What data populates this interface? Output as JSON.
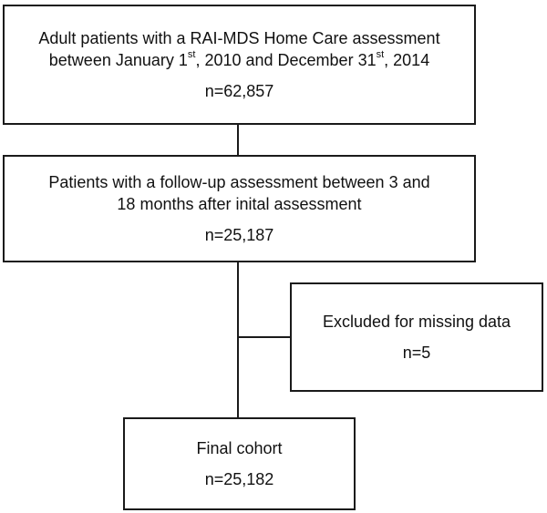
{
  "flowchart": {
    "initial": {
      "line1": "Adult patients with a RAI-MDS Home Care assessment",
      "line2_pre": "between January 1",
      "line2_sup1": "st",
      "line2_mid": ", 2010 and December 31",
      "line2_sup2": "st",
      "line2_post": ", 2014",
      "count": "n=62,857"
    },
    "followup": {
      "line1": "Patients with a follow-up assessment between 3 and",
      "line2": "18 months after inital assessment",
      "count": "n=25,187"
    },
    "excluded": {
      "line1": "Excluded for missing data",
      "count": "n=5"
    },
    "final": {
      "line1": "Final cohort",
      "count": "n=25,182"
    }
  }
}
